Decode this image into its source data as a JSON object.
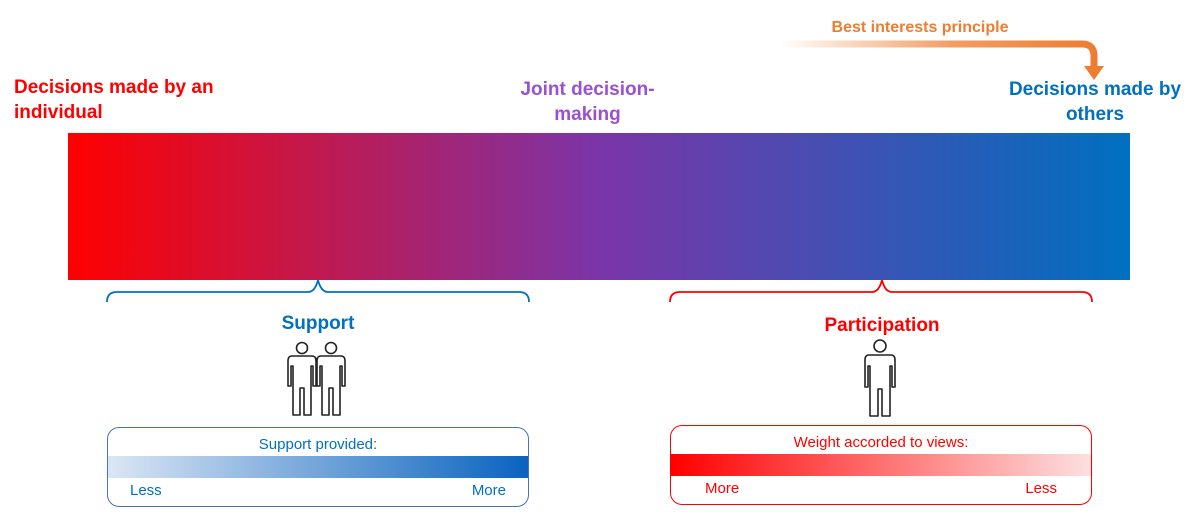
{
  "labels": {
    "left": "Decisions made by an individual",
    "middle": "Joint decision-making",
    "right": "Decisions made by others",
    "arrow": "Best interests principle"
  },
  "support": {
    "title": "Support",
    "box_title": "Support provided:",
    "left_end": "Less",
    "right_end": "More"
  },
  "participation": {
    "title": "Participation",
    "box_title": "Weight accorded to views:",
    "left_end": "More",
    "right_end": "Less"
  },
  "colors": {
    "red": "#ff0000",
    "purple": "#7a35a8",
    "blue": "#0070c0",
    "orange": "#ed7d31",
    "middle_label": "#9b51cf"
  }
}
